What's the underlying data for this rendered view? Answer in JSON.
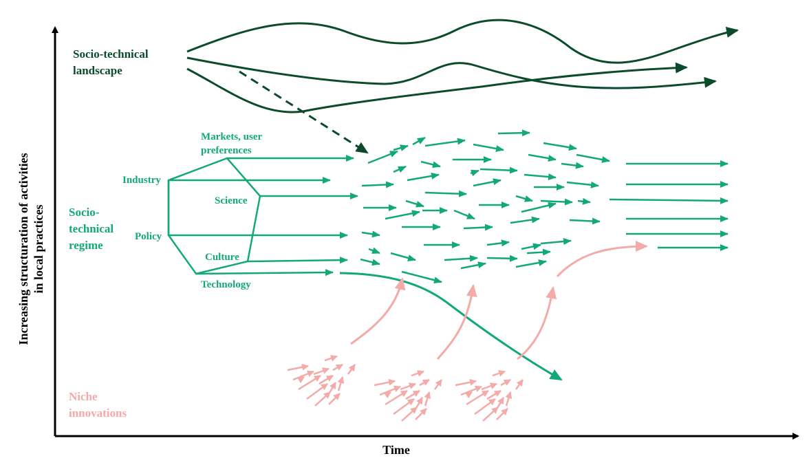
{
  "diagram": {
    "title": "Multi-level perspective on socio-technical transitions",
    "colors": {
      "landscape": "#0b4a2a",
      "regime": "#12a87a",
      "niche": "#f3aaa8",
      "axis": "#000000"
    },
    "axes": {
      "x_label": "Time",
      "y_label_line1": "Increasing structuration of activities",
      "y_label_line2": "in local practices"
    },
    "levels": {
      "landscape": {
        "line1": "Socio-technical",
        "line2": "landscape"
      },
      "regime": {
        "line1": "Socio-",
        "line2": "technical",
        "line3": "regime"
      },
      "niche": {
        "line1": "Niche",
        "line2": "innovations"
      }
    },
    "regime_dimensions": {
      "markets_line1": "Markets, user",
      "markets_line2": "preferences",
      "industry": "Industry",
      "science": "Science",
      "policy": "Policy",
      "culture": "Culture",
      "technology": "Technology"
    }
  }
}
